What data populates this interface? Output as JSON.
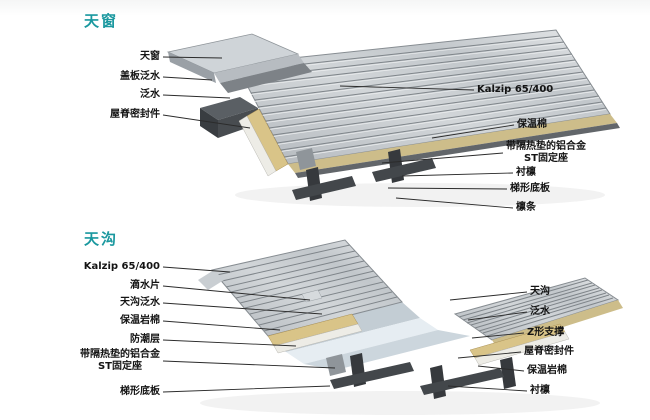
{
  "page": {
    "background": "#ffffff",
    "accent_color": "#1a989f"
  },
  "sections": [
    {
      "title": "天窗",
      "labels_left": [
        {
          "text": "天窗"
        },
        {
          "text": "盖板泛水"
        },
        {
          "text": "泛水"
        },
        {
          "text": "屋脊密封件"
        }
      ],
      "labels_right": [
        {
          "text": "Kalzip 65/400"
        },
        {
          "text": "保温棉"
        },
        {
          "text": "带隔热垫的铝合金",
          "text2": "ST固定座"
        },
        {
          "text": "衬檩"
        },
        {
          "text": "梯形底板"
        },
        {
          "text": "檩条"
        }
      ]
    },
    {
      "title": "天沟",
      "labels_left": [
        {
          "text": "Kalzip 65/400"
        },
        {
          "text": "滴水片"
        },
        {
          "text": "天沟泛水"
        },
        {
          "text": "保温岩棉"
        },
        {
          "text": "防潮层"
        },
        {
          "text": "带隔热垫的铝合金",
          "text2": "ST固定座"
        },
        {
          "text": "梯形底板"
        }
      ],
      "labels_right": [
        {
          "text": "天沟"
        },
        {
          "text": "泛水"
        },
        {
          "text": "Z形支撑"
        },
        {
          "text": "屋脊密封件"
        },
        {
          "text": "保温岩棉"
        },
        {
          "text": "衬檩"
        }
      ]
    }
  ]
}
